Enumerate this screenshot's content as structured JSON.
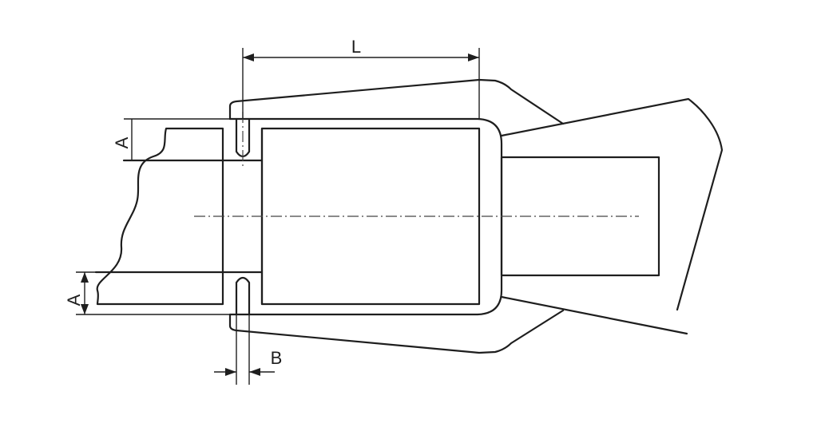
{
  "labels": {
    "length": "L",
    "depth_top": "A",
    "depth_bottom": "A",
    "width": "B"
  }
}
